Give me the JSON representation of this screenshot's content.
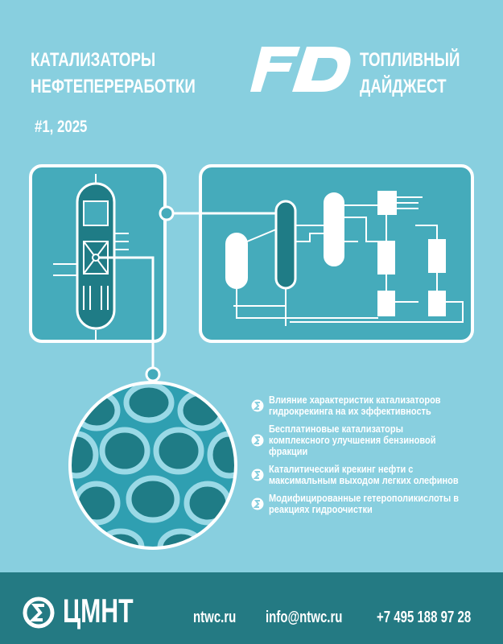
{
  "header": {
    "title_line1": "КАТАЛИЗАТОРЫ",
    "title_line2": "НЕФТЕПЕРЕРАБОТКИ",
    "issue": "#1, 2025"
  },
  "magazine": {
    "logo_letters": "FD",
    "name_line1": "ТОПЛИВНЫЙ",
    "name_line2": "ДАЙДЖЕСТ"
  },
  "articles": [
    {
      "title": "Влияние характеристик катализаторов гидрокрекинга на их эффективность"
    },
    {
      "title": "Бесплатиновые катализаторы комплексного улучшения бензиновой фракции"
    },
    {
      "title": "Каталитический крекинг нефти с максимальным выходом легких олефинов"
    },
    {
      "title": "Модифицированные гетерополикислоты в реакциях гидроочистки"
    }
  ],
  "footer": {
    "brand": "ЦМНТ",
    "site": "ntwc.ru",
    "email": "info@ntwc.ru",
    "phone": "+7 495 188 97 28"
  },
  "colors": {
    "background": "#88cfdf",
    "panel": "#45abbb",
    "dark_teal": "#1f7c86",
    "footer": "#247a83"
  }
}
